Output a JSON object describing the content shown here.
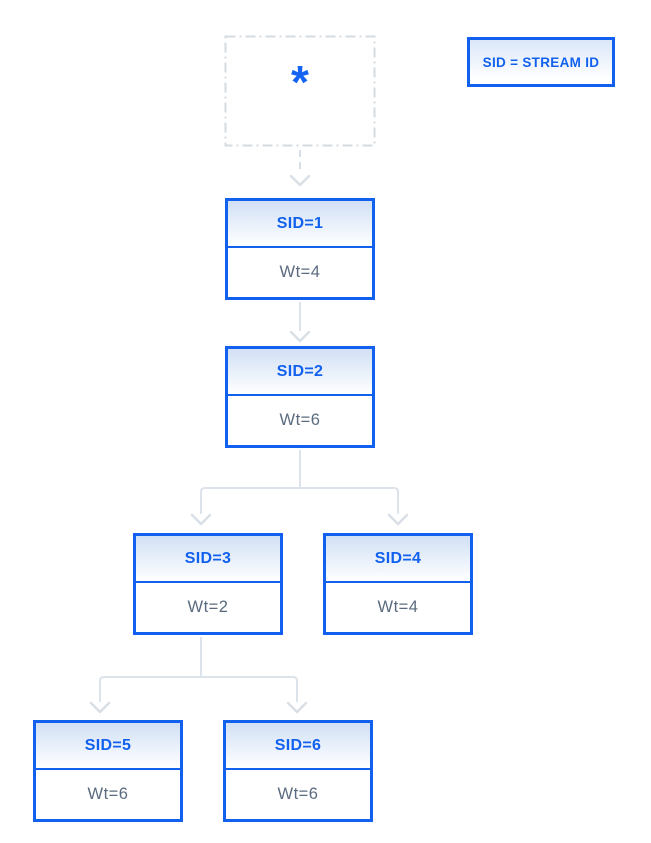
{
  "diagram": {
    "title": "stream-priority-dependency-tree",
    "root": {
      "symbol": "*"
    },
    "legend": {
      "text": "SID = STREAM ID"
    },
    "nodes": [
      {
        "id": 1,
        "sid": "SID=1",
        "weight": "Wt=4"
      },
      {
        "id": 2,
        "sid": "SID=2",
        "weight": "Wt=6"
      },
      {
        "id": 3,
        "sid": "SID=3",
        "weight": "Wt=2"
      },
      {
        "id": 4,
        "sid": "SID=4",
        "weight": "Wt=4"
      },
      {
        "id": 5,
        "sid": "SID=5",
        "weight": "Wt=6"
      },
      {
        "id": 6,
        "sid": "SID=6",
        "weight": "Wt=6"
      }
    ],
    "edges": [
      {
        "from": "*",
        "to": "SID=1",
        "style": "dashed"
      },
      {
        "from": "SID=1",
        "to": "SID=2",
        "style": "solid"
      },
      {
        "from": "SID=2",
        "to": "SID=3",
        "style": "solid"
      },
      {
        "from": "SID=2",
        "to": "SID=4",
        "style": "solid"
      },
      {
        "from": "SID=3",
        "to": "SID=5",
        "style": "solid"
      },
      {
        "from": "SID=3",
        "to": "SID=6",
        "style": "solid"
      }
    ],
    "colors": {
      "accent_blue": "#1161ee",
      "header_gradient_top": "#d2e0f5",
      "weight_text_gray": "#5b6b7f",
      "connector_gray": "#dde3ea",
      "root_dash_gray": "#d6dbe2",
      "background": "#ffffff"
    }
  }
}
